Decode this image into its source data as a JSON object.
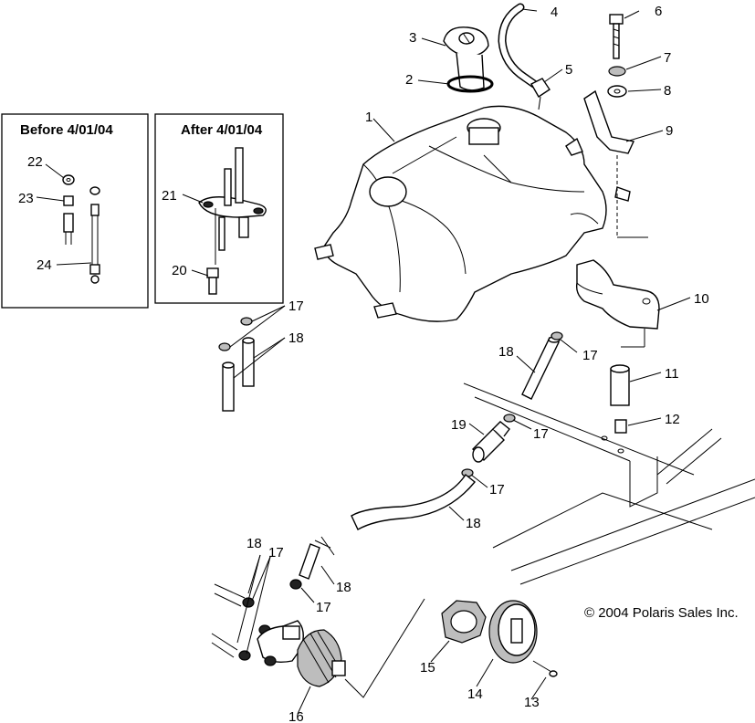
{
  "diagram": {
    "insets": {
      "before": {
        "title": "Before 4/01/04"
      },
      "after": {
        "title": "After 4/01/04"
      }
    },
    "callouts": [
      {
        "id": "c1",
        "label": "1"
      },
      {
        "id": "c2",
        "label": "2"
      },
      {
        "id": "c3",
        "label": "3"
      },
      {
        "id": "c4",
        "label": "4"
      },
      {
        "id": "c5",
        "label": "5"
      },
      {
        "id": "c6",
        "label": "6"
      },
      {
        "id": "c7",
        "label": "7"
      },
      {
        "id": "c8",
        "label": "8"
      },
      {
        "id": "c9",
        "label": "9"
      },
      {
        "id": "c10",
        "label": "10"
      },
      {
        "id": "c11",
        "label": "11"
      },
      {
        "id": "c12",
        "label": "12"
      },
      {
        "id": "c13",
        "label": "13"
      },
      {
        "id": "c14",
        "label": "14"
      },
      {
        "id": "c15",
        "label": "15"
      },
      {
        "id": "c16",
        "label": "16"
      },
      {
        "id": "c17a",
        "label": "17"
      },
      {
        "id": "c17b",
        "label": "17"
      },
      {
        "id": "c17c",
        "label": "17"
      },
      {
        "id": "c17d",
        "label": "17"
      },
      {
        "id": "c17e",
        "label": "17"
      },
      {
        "id": "c17f",
        "label": "17"
      },
      {
        "id": "c18a",
        "label": "18"
      },
      {
        "id": "c18b",
        "label": "18"
      },
      {
        "id": "c18c",
        "label": "18"
      },
      {
        "id": "c18d",
        "label": "18"
      },
      {
        "id": "c18e",
        "label": "18"
      },
      {
        "id": "c19",
        "label": "19"
      },
      {
        "id": "c20",
        "label": "20"
      },
      {
        "id": "c21",
        "label": "21"
      },
      {
        "id": "c22",
        "label": "22"
      },
      {
        "id": "c23",
        "label": "23"
      },
      {
        "id": "c24",
        "label": "24"
      }
    ],
    "copyright": "© 2004 Polaris Sales Inc."
  }
}
